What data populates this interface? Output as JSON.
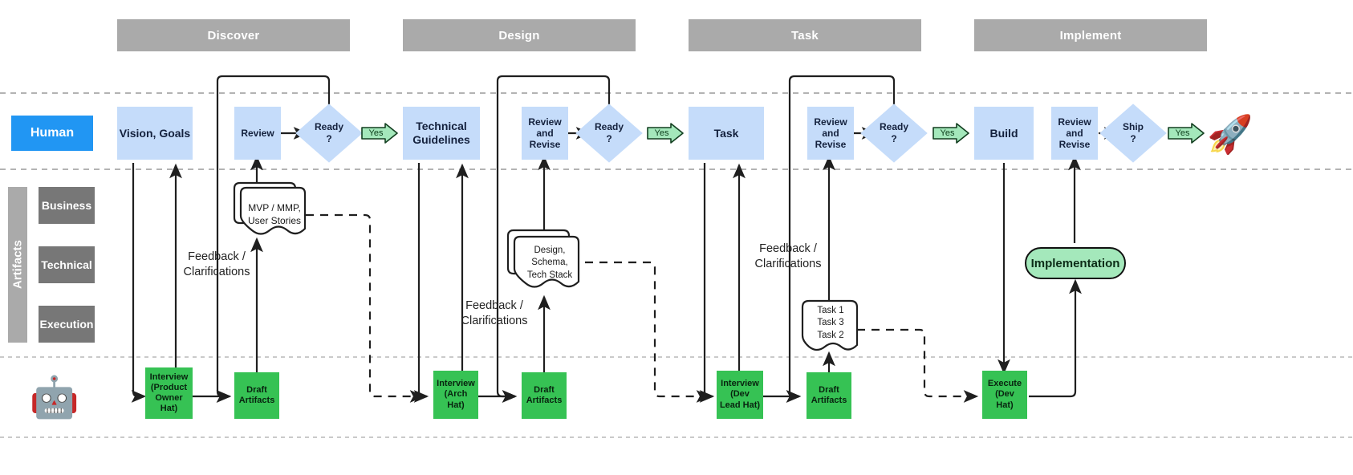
{
  "lanes": {
    "human": "Human",
    "artifacts_group": "Artifacts",
    "artifact_rows": [
      "Business",
      "Technical",
      "Execution"
    ],
    "agent_icon": "robot-icon"
  },
  "phases": [
    {
      "id": "discover",
      "label": "Discover"
    },
    {
      "id": "design",
      "label": "Design"
    },
    {
      "id": "task",
      "label": "Task"
    },
    {
      "id": "implement",
      "label": "Implement"
    }
  ],
  "human_nodes": [
    {
      "id": "vision-goals",
      "label": "Vision, Goals"
    },
    {
      "id": "review",
      "label": "Review"
    },
    {
      "id": "technical-guidelines",
      "label": "Technical\nGuidelines"
    },
    {
      "id": "review-and-revise-design",
      "label": "Review\nand\nRevise"
    },
    {
      "id": "task",
      "label": "Task"
    },
    {
      "id": "review-and-revise-task",
      "label": "Review\nand\nRevise"
    },
    {
      "id": "build",
      "label": "Build"
    },
    {
      "id": "review-and-revise-implement",
      "label": "Review\nand\nRevise"
    }
  ],
  "decisions": [
    {
      "id": "ready-discover",
      "line1": "Ready",
      "line2": "?"
    },
    {
      "id": "ready-design",
      "line1": "Ready",
      "line2": "?"
    },
    {
      "id": "ready-task",
      "line1": "Ready",
      "line2": "?"
    },
    {
      "id": "ship",
      "line1": "Ship",
      "line2": "?"
    }
  ],
  "yes_arrows": [
    {
      "id": "yes-discover",
      "label": "Yes"
    },
    {
      "id": "yes-design",
      "label": "Yes"
    },
    {
      "id": "yes-task",
      "label": "Yes"
    },
    {
      "id": "yes-ship",
      "label": "Yes"
    }
  ],
  "agent_nodes": [
    {
      "id": "interview-product-owner",
      "label": "Interview\n(Product\nOwner\nHat)"
    },
    {
      "id": "draft-artifacts-discover",
      "label": "Draft\nArtifacts"
    },
    {
      "id": "interview-arch",
      "label": "Interview\n(Arch\nHat)"
    },
    {
      "id": "draft-artifacts-design",
      "label": "Draft\nArtifacts"
    },
    {
      "id": "interview-dev-lead",
      "label": "Interview\n(Dev\nLead Hat)"
    },
    {
      "id": "draft-artifacts-task",
      "label": "Draft\nArtifacts"
    },
    {
      "id": "execute-dev",
      "label": "Execute\n(Dev\nHat)"
    }
  ],
  "documents": [
    {
      "id": "doc-business",
      "lines": [
        "MVP / MMP,",
        "User Stories"
      ],
      "stacked": true
    },
    {
      "id": "doc-technical",
      "lines": [
        "Design,",
        "Schema,",
        "Tech Stack"
      ],
      "stacked": true
    },
    {
      "id": "doc-execution",
      "lines": [
        "Task 1",
        "Task 3",
        "Task 2"
      ],
      "stacked": false
    }
  ],
  "pill": {
    "id": "implementation",
    "label": "Implementation"
  },
  "edge_labels": [
    {
      "id": "feedback-discover",
      "line1": "Feedback /",
      "line2": "Clarifications"
    },
    {
      "id": "feedback-design",
      "line1": "Feedback /",
      "line2": "Clarifications"
    },
    {
      "id": "feedback-task",
      "line1": "Feedback /",
      "line2": "Clarifications"
    }
  ],
  "end_marker": {
    "id": "rocket",
    "glyph": "🚀"
  },
  "agent_marker": {
    "id": "robot",
    "glyph": "🤖"
  },
  "colors": {
    "phase_bar": "#aaaaaa",
    "human_lane": "#2196f3",
    "artifact_lane": "#aaaaaa",
    "artifact_row": "#777777",
    "human_box": "#c5dcfa",
    "agent_box": "#36c254",
    "yes_arrow": "#a4e8bb",
    "pill": "#a4e8bb",
    "stroke": "#1f1f1f",
    "lane_divider": "#9a9a9a"
  }
}
